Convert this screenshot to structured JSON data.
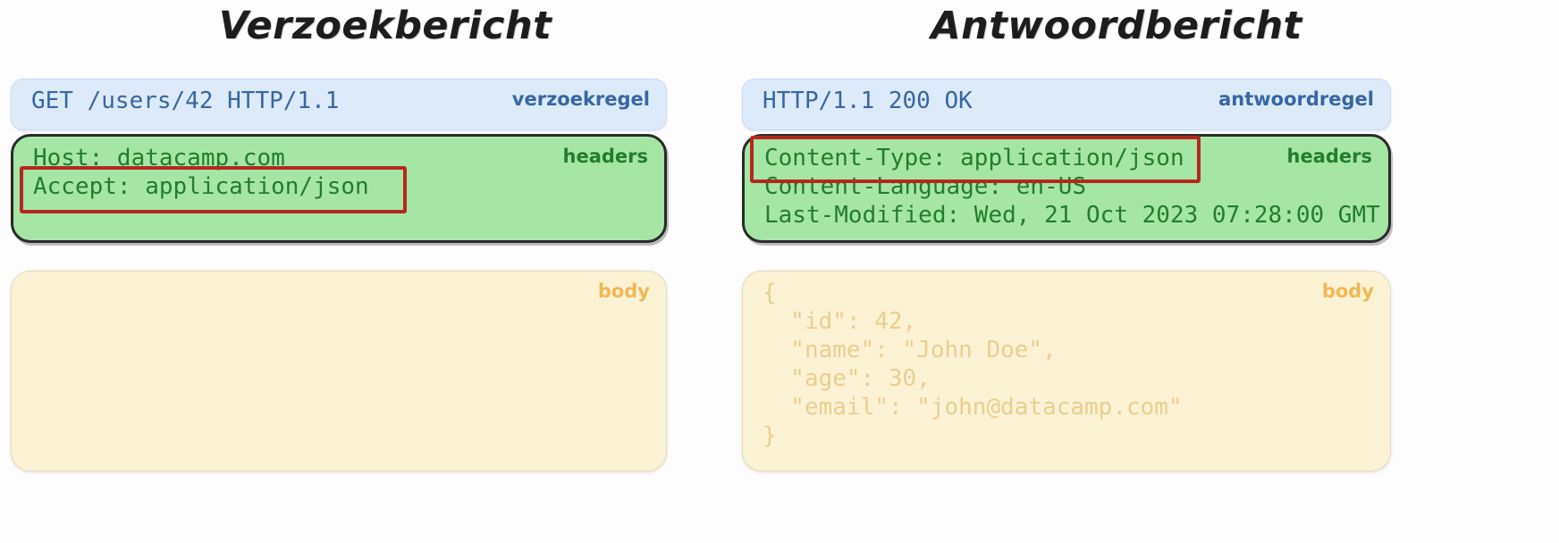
{
  "left": {
    "title": "Verzoekbericht",
    "startline": {
      "label": "verzoekregel",
      "text": "GET /users/42 HTTP/1.1"
    },
    "headers": {
      "label": "headers",
      "text": "Host: datacamp.com\nAccept: application/json"
    },
    "body": {
      "label": "body",
      "text": ""
    },
    "annotation": "Accept: application/json"
  },
  "right": {
    "title": "Antwoordbericht",
    "startline": {
      "label": "antwoordregel",
      "text": "HTTP/1.1 200 OK"
    },
    "headers": {
      "label": "headers",
      "text": "Content-Type: application/json\nContent-Language: en-US\nLast-Modified: Wed, 21 Oct 2023 07:28:00 GMT"
    },
    "body": {
      "label": "body",
      "text": "{\n  \"id\": 42,\n  \"name\": \"John Doe\",\n  \"age\": 30,\n  \"email\": \"john@datacamp.com\"\n}"
    },
    "annotation": "Content-Type: application/json"
  },
  "colors": {
    "background": "#fdfdfd",
    "startline_bg": "#ddeaf9",
    "startline_text": "#3567a3",
    "headers_bg": "#a6e6a4",
    "headers_text": "#227d2c",
    "headers_border": "#2a2a2a",
    "body_bg": "#fbf2d4",
    "body_text": "#eccd8d",
    "body_label": "#f0b755",
    "annotation_border": "#b5281e",
    "title_text": "#1d1d1d"
  }
}
